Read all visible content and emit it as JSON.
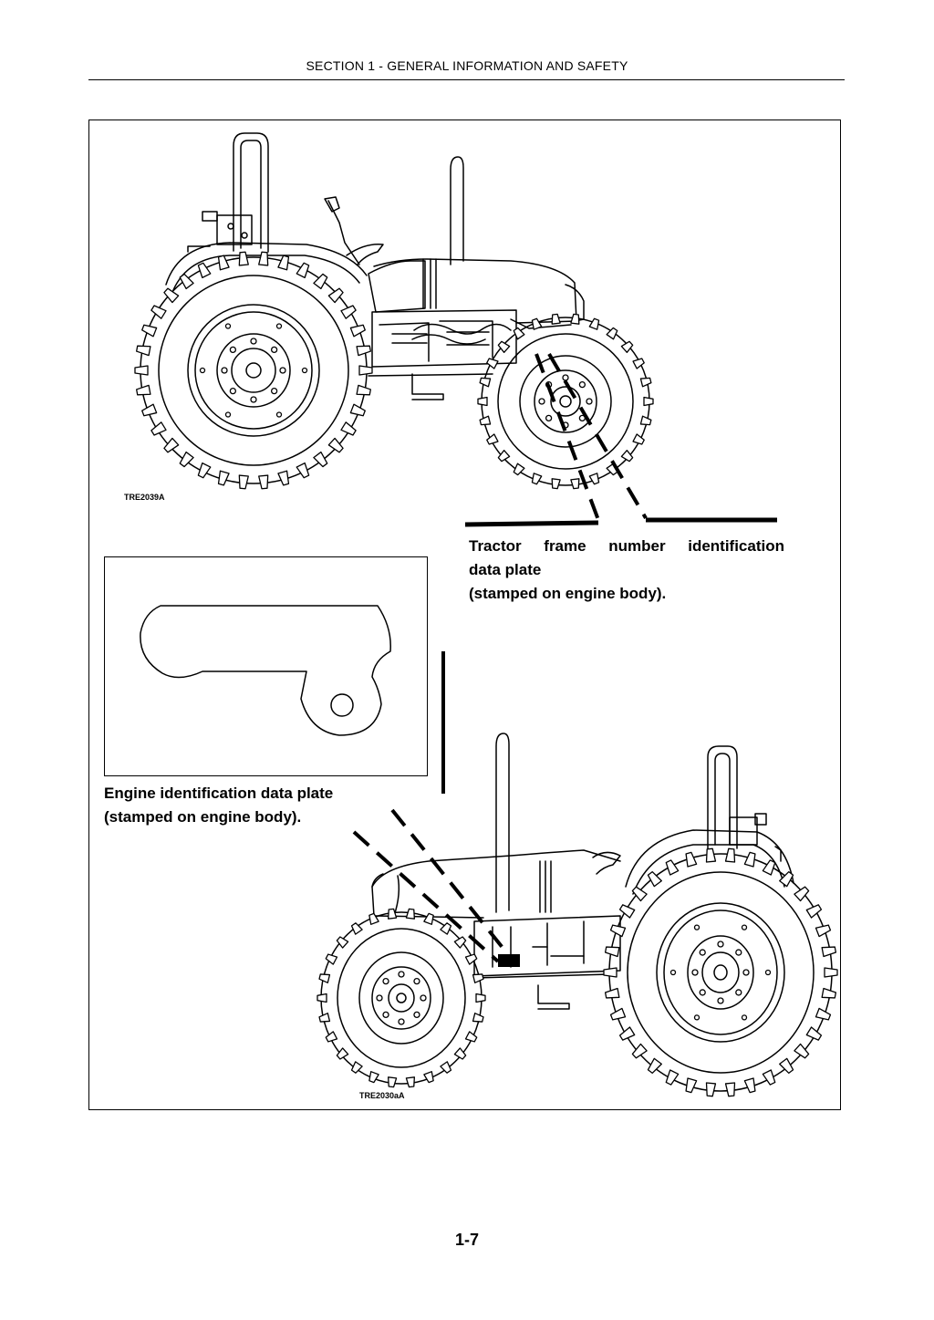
{
  "header": {
    "title": "SECTION 1 - GENERAL INFORMATION AND SAFETY"
  },
  "figure": {
    "top_ref": "TRE2039A",
    "bottom_ref": "TRE2030aA",
    "frame_callout": {
      "words": [
        "Tractor",
        "frame",
        "number",
        "identification"
      ],
      "line2": "data plate",
      "line3": "(stamped on engine body)."
    },
    "engine_callout": {
      "line1": "Engine identification data plate",
      "line2": "(stamped on engine body)."
    }
  },
  "footer": {
    "page_number": "1-7"
  }
}
